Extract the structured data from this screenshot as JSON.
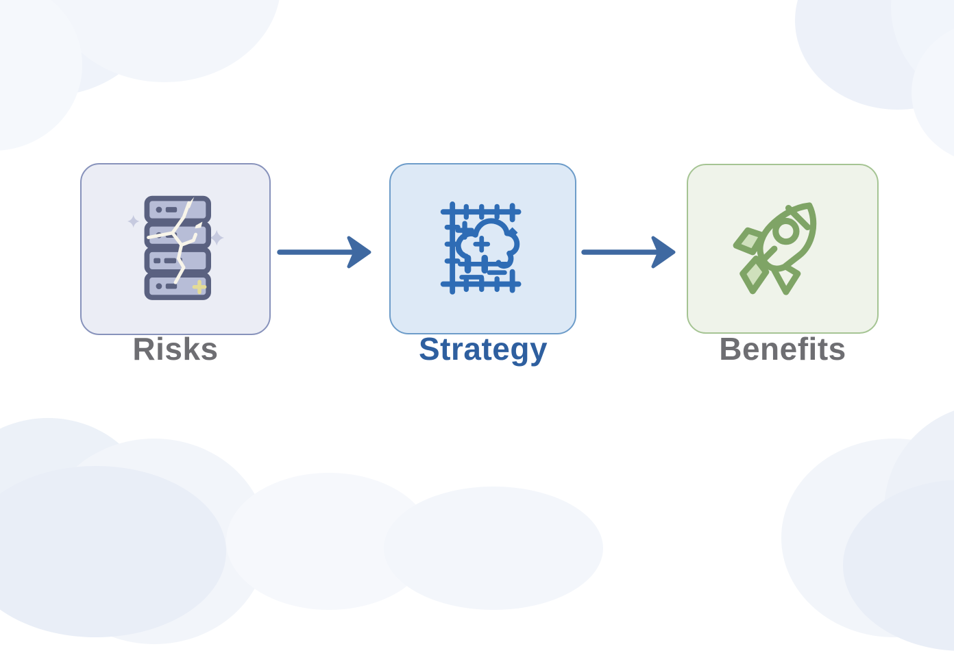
{
  "page": {
    "background_color": "#FFFFFF",
    "decoration": "soft-cloud-shapes-in-corners",
    "cloud_color": "#ECF1F8"
  },
  "diagram": {
    "type": "flow",
    "direction": "left-to-right",
    "steps": [
      {
        "label": "Risks",
        "icon": "cracked-server-stack-icon",
        "box_background": "#EBEDF5",
        "box_border": "#8792BB",
        "label_color": "#6E6E72",
        "icon_colors": {
          "outline": "#5A6180",
          "fill": "#B7BDD7",
          "crack": "#F8F5EA",
          "sparkle": "#C6CADF",
          "plus": "#E4DC96"
        }
      },
      {
        "label": "Strategy",
        "icon": "cloud-blueprint-icon",
        "box_background": "#DDE9F6",
        "box_border": "#6D9CC9",
        "label_color": "#2E5F9F",
        "icon_colors": {
          "stroke": "#2E6CB5"
        }
      },
      {
        "label": "Benefits",
        "icon": "rocket-icon",
        "box_background": "#EFF3EA",
        "box_border": "#A5C493",
        "label_color": "#6E6E72",
        "icon_colors": {
          "stroke": "#7FA466",
          "fill_light": "#CFE0BC",
          "fill_body": "#EFF3E8"
        }
      }
    ],
    "connectors": [
      {
        "from": "Risks",
        "to": "Strategy",
        "shape": "arrow-right",
        "color": "#3F69A1"
      },
      {
        "from": "Strategy",
        "to": "Benefits",
        "shape": "arrow-right",
        "color": "#3F69A1"
      }
    ]
  }
}
